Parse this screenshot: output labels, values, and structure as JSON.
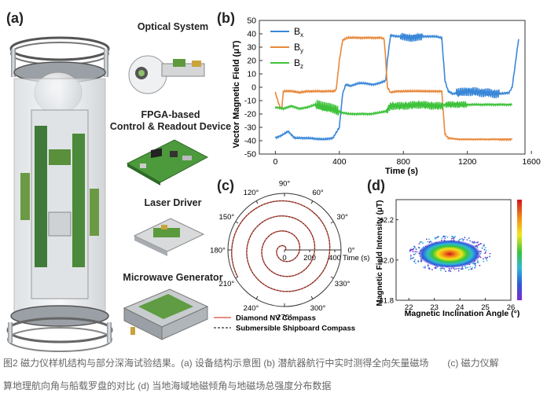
{
  "panels": {
    "a": {
      "label": "(a)"
    },
    "b": {
      "label": "(b)"
    },
    "c": {
      "label": "(c)"
    },
    "d": {
      "label": "(d)"
    }
  },
  "components": [
    {
      "title_line1": "Optical System",
      "title_line2": ""
    },
    {
      "title_line1": "FPGA-based",
      "title_line2": "Control & Readout Device"
    },
    {
      "title_line1": "Laser Driver",
      "title_line2": ""
    },
    {
      "title_line1": "Microwave Generator",
      "title_line2": ""
    }
  ],
  "chart_data": [
    {
      "id": "b",
      "type": "line",
      "xlabel": "Time (s)",
      "ylabel": "Vector Magnetic Field (μT)",
      "xlim": [
        -100,
        1560
      ],
      "ylim": [
        -50,
        50
      ],
      "x_ticks": [
        "0",
        "400",
        "800",
        "1200",
        "1600"
      ],
      "y_ticks": [
        "-50",
        "-40",
        "-30",
        "-20",
        "-10",
        "0",
        "10",
        "20",
        "30",
        "40",
        "50"
      ],
      "legend_position": "top-left",
      "series": [
        {
          "name": "Bx",
          "label_main": "B",
          "label_sub": "x",
          "color": "#3a87d8",
          "points": [
            [
              0,
              -38
            ],
            [
              40,
              -36
            ],
            [
              80,
              -33
            ],
            [
              120,
              -38
            ],
            [
              200,
              -38
            ],
            [
              300,
              -39
            ],
            [
              360,
              -38
            ],
            [
              400,
              -30
            ],
            [
              420,
              -5
            ],
            [
              440,
              2
            ],
            [
              470,
              1
            ],
            [
              520,
              3
            ],
            [
              560,
              3
            ],
            [
              610,
              2
            ],
            [
              650,
              3
            ],
            [
              690,
              5
            ],
            [
              700,
              20
            ],
            [
              720,
              39
            ],
            [
              760,
              38
            ],
            [
              800,
              38
            ],
            [
              850,
              37
            ],
            [
              900,
              38
            ],
            [
              950,
              38
            ],
            [
              1000,
              38
            ],
            [
              1040,
              37
            ],
            [
              1060,
              5
            ],
            [
              1080,
              -3
            ],
            [
              1110,
              -5
            ],
            [
              1200,
              -3
            ],
            [
              1300,
              -4
            ],
            [
              1400,
              -5
            ],
            [
              1460,
              -4
            ],
            [
              1480,
              0
            ],
            [
              1500,
              18
            ],
            [
              1520,
              36
            ]
          ]
        },
        {
          "name": "By",
          "label_main": "B",
          "label_sub": "y",
          "color": "#e8883a",
          "points": [
            [
              0,
              -4
            ],
            [
              10,
              -8
            ],
            [
              20,
              -12
            ],
            [
              30,
              -15
            ],
            [
              40,
              -16
            ],
            [
              50,
              -3
            ],
            [
              100,
              -3
            ],
            [
              150,
              -4
            ],
            [
              200,
              -3
            ],
            [
              300,
              -3
            ],
            [
              360,
              -3
            ],
            [
              380,
              -2
            ],
            [
              400,
              20
            ],
            [
              420,
              35
            ],
            [
              450,
              37
            ],
            [
              500,
              37
            ],
            [
              560,
              37
            ],
            [
              620,
              37
            ],
            [
              660,
              37
            ],
            [
              680,
              36
            ],
            [
              690,
              20
            ],
            [
              700,
              0
            ],
            [
              720,
              -4
            ],
            [
              760,
              -3
            ],
            [
              800,
              -3
            ],
            [
              850,
              -3
            ],
            [
              900,
              -3
            ],
            [
              950,
              -3
            ],
            [
              1000,
              -3
            ],
            [
              1040,
              -3
            ],
            [
              1050,
              -20
            ],
            [
              1060,
              -35
            ],
            [
              1080,
              -38
            ],
            [
              1150,
              -39
            ],
            [
              1200,
              -39
            ],
            [
              1300,
              -39
            ],
            [
              1400,
              -39
            ],
            [
              1450,
              -39
            ],
            [
              1480,
              -39
            ]
          ]
        },
        {
          "name": "Bz",
          "label_main": "B",
          "label_sub": "z",
          "color": "#3ec23b",
          "points": [
            [
              0,
              -15
            ],
            [
              50,
              -16
            ],
            [
              100,
              -14
            ],
            [
              150,
              -16
            ],
            [
              200,
              -15
            ],
            [
              250,
              -13
            ],
            [
              300,
              -15
            ],
            [
              350,
              -16
            ],
            [
              400,
              -18
            ],
            [
              420,
              -19
            ],
            [
              460,
              -20
            ],
            [
              520,
              -20
            ],
            [
              600,
              -20
            ],
            [
              650,
              -19
            ],
            [
              690,
              -18
            ],
            [
              720,
              -14
            ],
            [
              800,
              -14
            ],
            [
              900,
              -13
            ],
            [
              1000,
              -14
            ],
            [
              1040,
              -14
            ],
            [
              1060,
              -13
            ],
            [
              1100,
              -13
            ],
            [
              1200,
              -13
            ],
            [
              1300,
              -13
            ],
            [
              1400,
              -13
            ],
            [
              1480,
              -13
            ]
          ]
        }
      ]
    },
    {
      "id": "c",
      "type": "line",
      "subtype": "polar",
      "radial_label": "Time (s)",
      "radial_ticks": [
        "0",
        "200",
        "400"
      ],
      "radial_max": 450,
      "angle_ticks": [
        "0°",
        "30°",
        "60°",
        "90°",
        "120°",
        "150°",
        "180°",
        "210°",
        "240°",
        "270°",
        "300°",
        "330°"
      ],
      "legend_position": "bottom",
      "series": [
        {
          "name": "Diamond NV Compass",
          "color": "#d84a3a",
          "style": "solid",
          "description_values": [
            [
              0,
              0
            ],
            [
              90,
              30
            ],
            [
              180,
              60
            ],
            [
              270,
              90
            ],
            [
              360,
              120
            ],
            [
              0,
              150
            ],
            [
              90,
              180
            ],
            [
              180,
              210
            ],
            [
              270,
              240
            ],
            [
              360,
              270
            ],
            [
              0,
              300
            ],
            [
              90,
              330
            ],
            [
              180,
              360
            ],
            [
              270,
              390
            ],
            [
              360,
              420
            ]
          ]
        },
        {
          "name": "Submersible Shipboard Compass",
          "color": "#333333",
          "style": "dashed",
          "description_values": [
            [
              0,
              0
            ],
            [
              90,
              30
            ],
            [
              180,
              60
            ],
            [
              270,
              90
            ],
            [
              360,
              120
            ],
            [
              0,
              150
            ],
            [
              90,
              180
            ],
            [
              180,
              210
            ],
            [
              270,
              240
            ],
            [
              360,
              270
            ],
            [
              0,
              300
            ],
            [
              90,
              330
            ],
            [
              180,
              360
            ],
            [
              270,
              390
            ],
            [
              360,
              420
            ]
          ]
        }
      ]
    },
    {
      "id": "d",
      "type": "heatmap",
      "xlabel": "Magnetic Inclination Angle (°)",
      "ylabel": "Magnetic Field Intensity (μT)",
      "xlim": [
        21.5,
        26
      ],
      "ylim": [
        41.8,
        42.3
      ],
      "x_ticks": [
        "22",
        "23",
        "24",
        "25",
        "26"
      ],
      "y_ticks": [
        "41.8",
        "42.0",
        "42.2"
      ],
      "center": [
        23.6,
        42.03
      ],
      "colorbar": [
        "#d2141e",
        "#f28c18",
        "#f2e61a",
        "#38c43a",
        "#2fb8d8",
        "#2c5ad8",
        "#7a2ad0"
      ]
    }
  ],
  "caption": {
    "line1": "图2 磁力仪样机结构与部分深海试验结果。(a) 设备结构示意图 (b) 潜航器航行中实时测得全向矢量磁场　　(c) 磁力仪解",
    "line2": "算地理航向角与船载罗盘的对比 (d) 当地海域地磁倾角与地磁场总强度分布数据"
  }
}
